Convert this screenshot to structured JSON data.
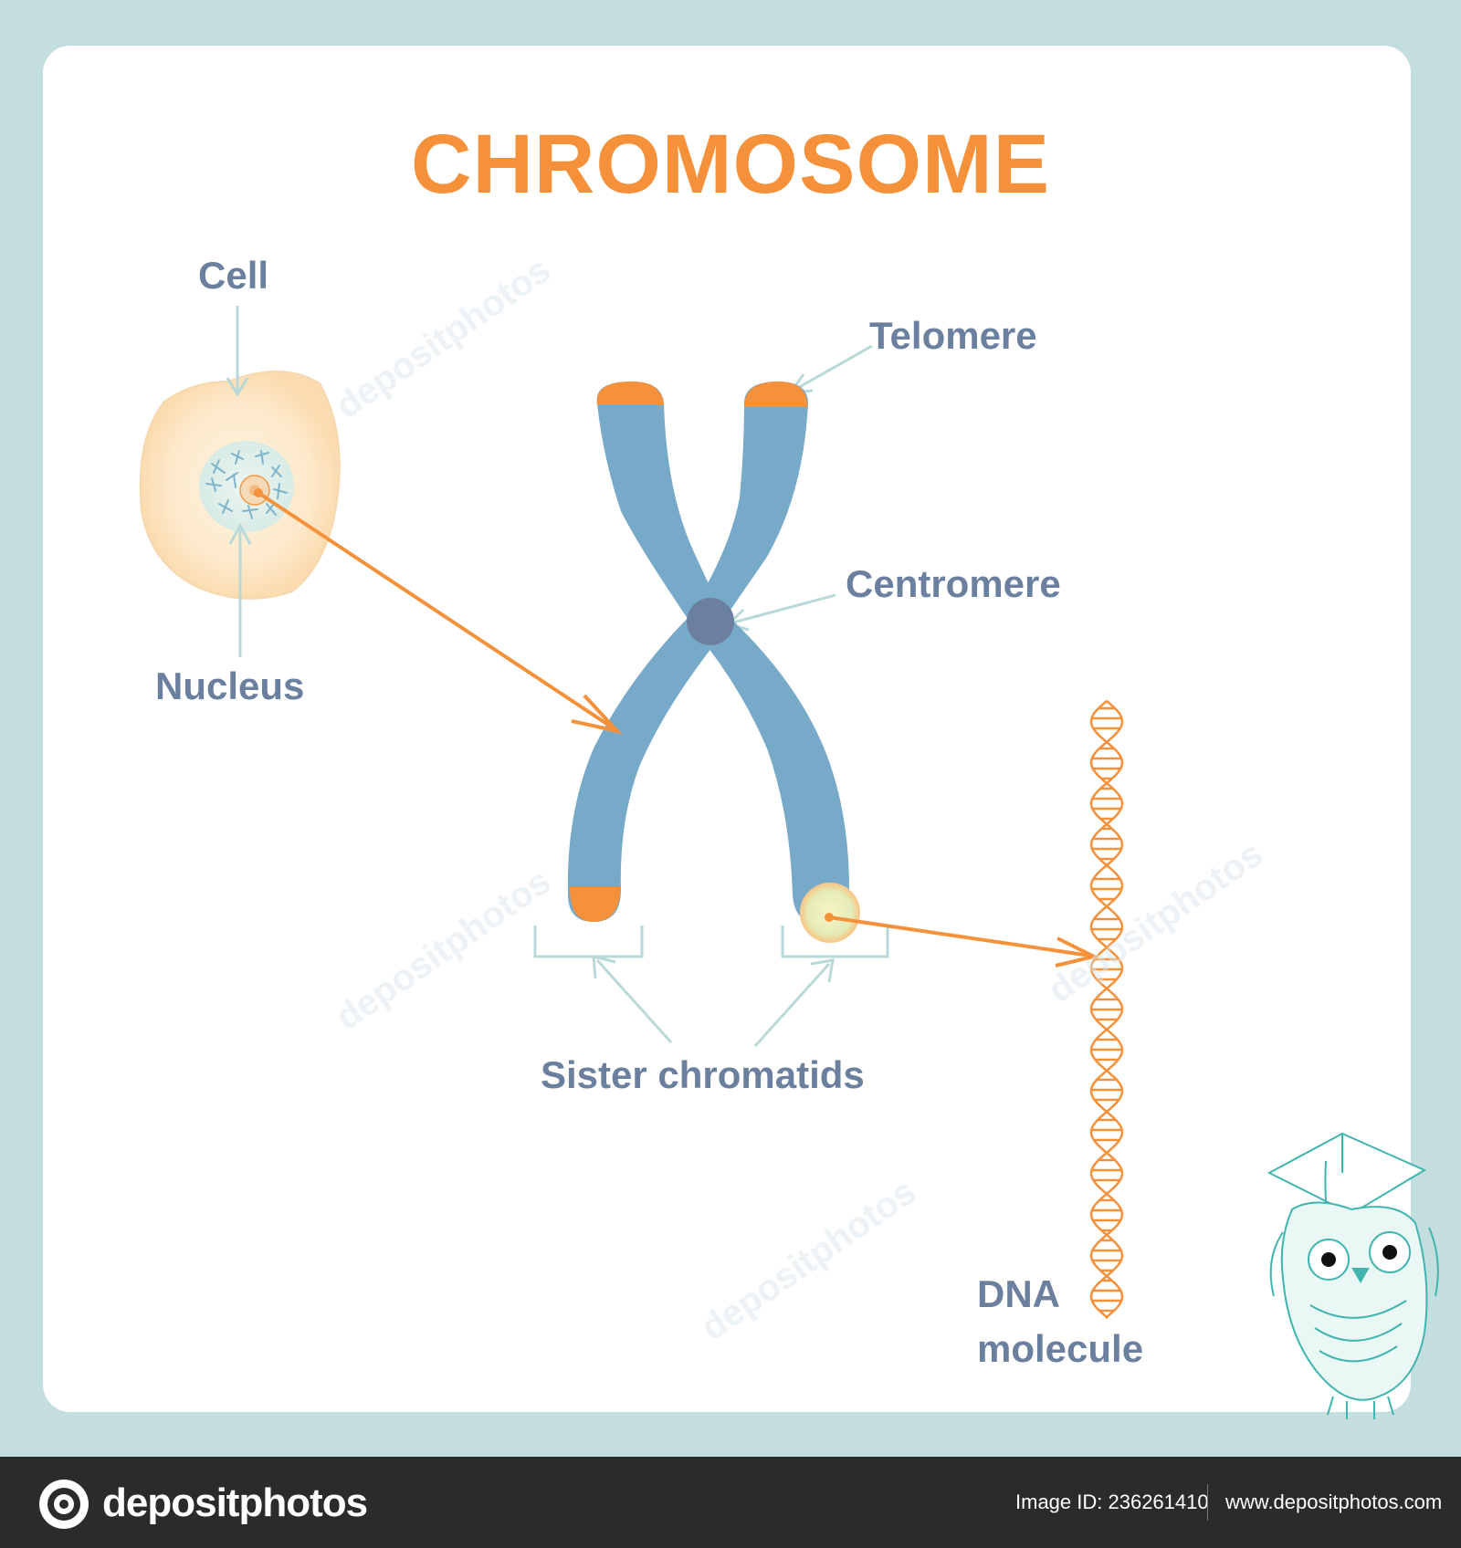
{
  "title": "CHROMOSOME",
  "labels": {
    "cell": "Cell",
    "nucleus": "Nucleus",
    "telomere": "Telomere",
    "centromere": "Centromere",
    "sister_chromatids": "Sister chromatids",
    "dna_line1": "DNA",
    "dna_line2": "molecule"
  },
  "colors": {
    "background": "#c4dee0",
    "title": "#f5913a",
    "chromosome": "#77a9c9",
    "centromere": "#6b7f9e",
    "telomere": "#f5913a",
    "arrow": "#f5913a",
    "label": "#6b7f9e",
    "pointer": "#b9d8d8"
  },
  "footer": {
    "brand": "depositphotos",
    "image_id": "Image ID: 236261410",
    "website": "www.depositphotos.com"
  },
  "icons": [
    "camera-logo-icon",
    "owl-graduate-icon",
    "dna-helix-icon"
  ]
}
